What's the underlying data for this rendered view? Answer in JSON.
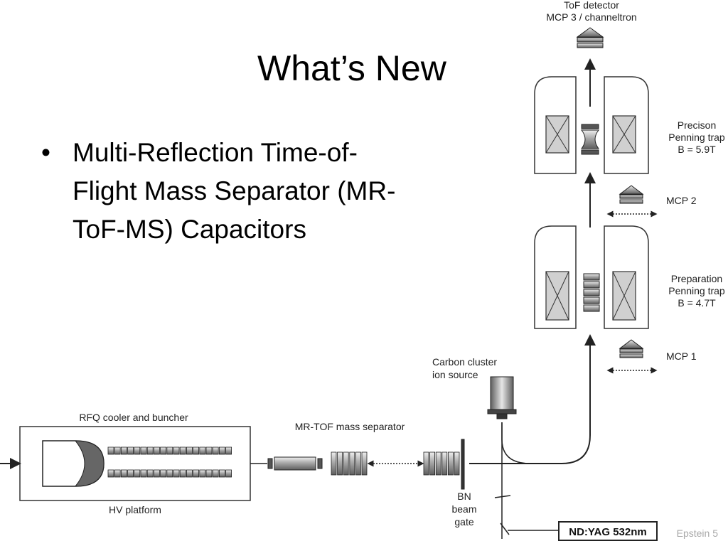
{
  "slide": {
    "title": "What’s New",
    "bullets": [
      {
        "lines": [
          "Multi-Reflection Time-of-",
          "Flight Mass Separator (MR-",
          "ToF-MS) Capacitors"
        ]
      }
    ],
    "bullet_glyph": "•",
    "footer": "Epstein 5"
  },
  "diagram": {
    "tof_detector": [
      "ToF detector",
      "MCP 3 / channeltron"
    ],
    "precision_trap": [
      "Precison",
      "Penning trap",
      "B = 5.9T"
    ],
    "mcp2": "MCP 2",
    "preparation_trap": [
      "Preparation",
      "Penning trap",
      "B = 4.7T"
    ],
    "mcp1": "MCP 1",
    "carbon_source": [
      "Carbon cluster",
      "ion source"
    ],
    "rfq": "RFQ cooler and buncher",
    "mr_tof": "MR-TOF mass separator",
    "hv_platform": "HV platform",
    "bn_gate": [
      "BN",
      "beam",
      "gate"
    ],
    "laser": "ND:YAG 532nm"
  }
}
